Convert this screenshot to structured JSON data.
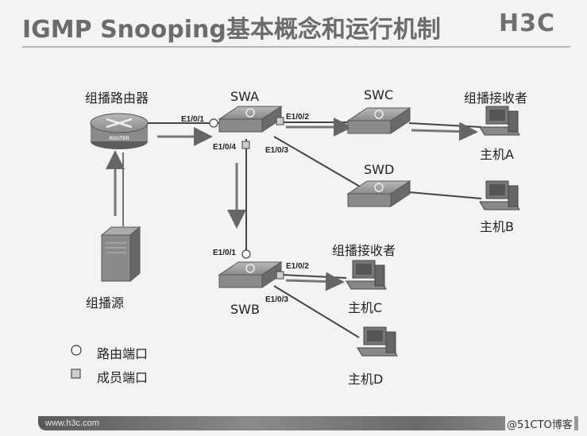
{
  "title": "IGMP Snooping基本概念和运行机制",
  "logo": "H3C",
  "nodes": {
    "router": "组播路由器",
    "router_badge": "ROUTER",
    "swa": "SWA",
    "swb": "SWB",
    "swc": "SWC",
    "swd": "SWD",
    "source": "组播源",
    "receiver_a_group": "组播接收者",
    "receiver_c_group": "组播接收者",
    "host_a": "主机A",
    "host_b": "主机B",
    "host_c": "主机C",
    "host_d": "主机D"
  },
  "ports": {
    "swa_e101": "E1/0/1",
    "swa_e102": "E1/0/2",
    "swa_e103": "E1/0/3",
    "swa_e104": "E1/0/4",
    "swb_e101": "E1/0/1",
    "swb_e102": "E1/0/2",
    "swb_e103": "E1/0/3"
  },
  "legend": {
    "router_port": "路由端口",
    "member_port": "成员端口"
  },
  "footer": {
    "url": "www.h3c.com",
    "watermark": "@51CTO博客"
  },
  "colors": {
    "device": "#8e8e8e",
    "line": "#555555",
    "arrow": "#6a6a6a"
  }
}
